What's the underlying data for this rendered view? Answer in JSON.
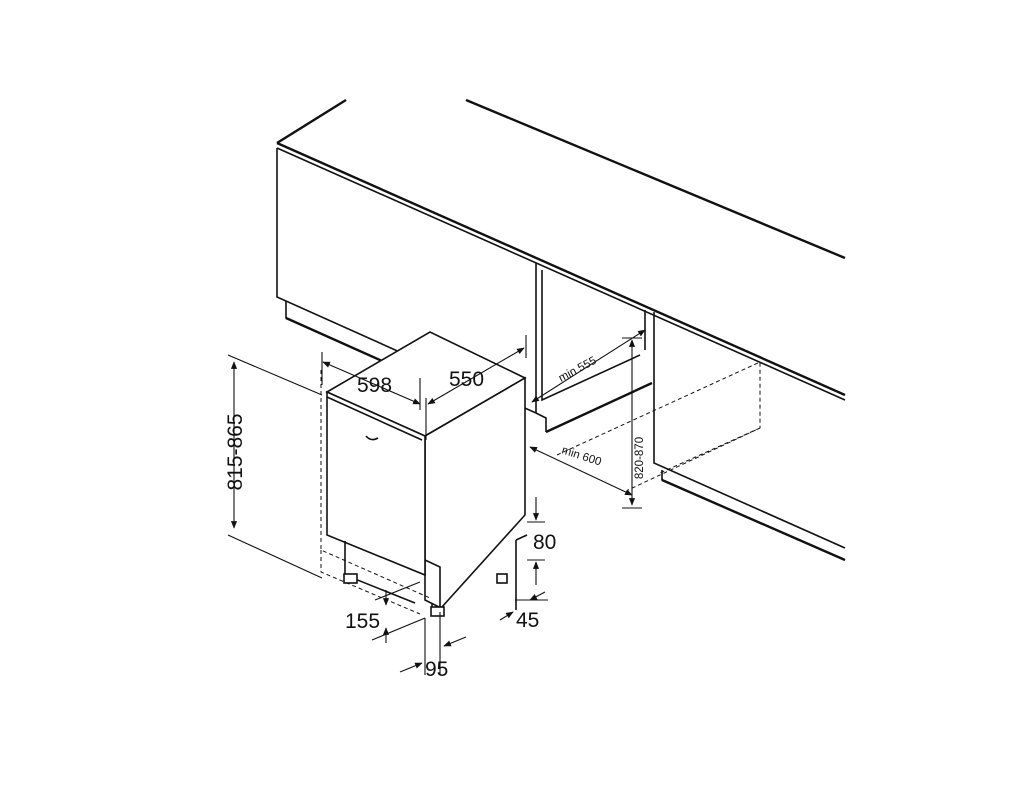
{
  "dimensions": {
    "width_label": "598",
    "depth_label": "550",
    "height_label": "815-865",
    "niche_depth_label": "min 555",
    "niche_width_label": "min 600",
    "niche_height_label": "820-870",
    "plinth_label": "80",
    "foot_label": "45",
    "door_gap_label": "155",
    "toe_kick_label": "95"
  }
}
